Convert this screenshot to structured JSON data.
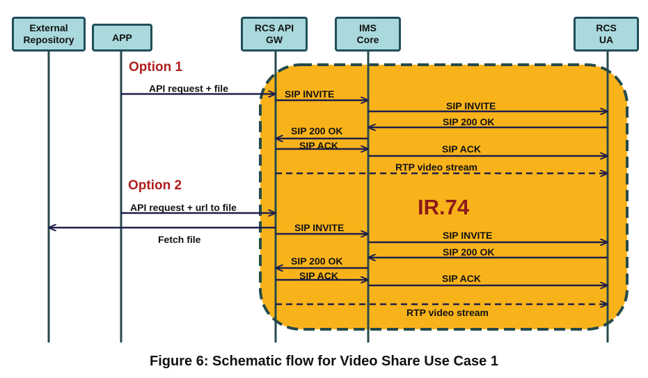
{
  "actors": [
    {
      "id": "ext",
      "label": "External\nRepository"
    },
    {
      "id": "app",
      "label": "APP"
    },
    {
      "id": "gw",
      "label": "RCS API\nGW"
    },
    {
      "id": "ims",
      "label": "IMS\nCore"
    },
    {
      "id": "ua",
      "label": "RCS\nUA"
    }
  ],
  "region_label": "IR.74",
  "options": [
    "Option 1",
    "Option 2"
  ],
  "messages": [
    {
      "from": "app",
      "to": "gw",
      "label": "API request + file",
      "style": "solid"
    },
    {
      "from": "gw",
      "to": "ims",
      "label": "SIP INVITE",
      "style": "solid"
    },
    {
      "from": "ims",
      "to": "ua",
      "label": "SIP INVITE",
      "style": "solid"
    },
    {
      "from": "ua",
      "to": "ims",
      "label": "SIP 200 OK",
      "style": "solid"
    },
    {
      "from": "ims",
      "to": "gw",
      "label": "SIP 200 OK",
      "style": "solid"
    },
    {
      "from": "gw",
      "to": "ims",
      "label": "SIP ACK",
      "style": "solid"
    },
    {
      "from": "ims",
      "to": "ua",
      "label": "SIP  ACK",
      "style": "solid"
    },
    {
      "from": "gw",
      "to": "ua",
      "label": "RTP video stream",
      "style": "dashed"
    },
    {
      "from": "app",
      "to": "gw",
      "label": "API request + url to file",
      "style": "solid"
    },
    {
      "from": "gw",
      "to": "ext",
      "label": "Fetch file",
      "style": "solid"
    },
    {
      "from": "gw",
      "to": "ims",
      "label": "SIP INVITE",
      "style": "solid"
    },
    {
      "from": "ims",
      "to": "ua",
      "label": "SIP INVITE",
      "style": "solid"
    },
    {
      "from": "ua",
      "to": "ims",
      "label": "SIP 200 OK",
      "style": "solid"
    },
    {
      "from": "ims",
      "to": "gw",
      "label": "SIP 200 OK",
      "style": "solid"
    },
    {
      "from": "gw",
      "to": "ims",
      "label": "SIP ACK",
      "style": "solid"
    },
    {
      "from": "ims",
      "to": "ua",
      "label": "SIP  ACK",
      "style": "solid"
    },
    {
      "from": "gw",
      "to": "ua",
      "label": "RTP video stream",
      "style": "dashed"
    }
  ],
  "caption": "Figure 6: Schematic flow for Video Share Use Case 1",
  "colors": {
    "region_fill": "#f9b31a",
    "region_border": "#264a4c",
    "actor_fill": "#a9d9dc",
    "actor_border": "#1f4e5a",
    "arrow": "#1e1e4a",
    "option_text": "#b01e1e",
    "region_text": "#8b1a1a"
  }
}
